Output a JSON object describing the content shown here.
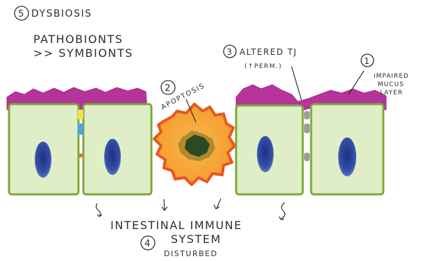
{
  "annotations": {
    "dysbiosis": {
      "number": "5",
      "title": "DYSBIOSIS",
      "line1": "PATHOBIONTS",
      "line2": ">> SYMBIONTS"
    },
    "apoptosis": {
      "number": "2",
      "label": "APOPTOSIS"
    },
    "altered_tj": {
      "number": "3",
      "line1": "ALTERED TJ",
      "line2": "(↑PERM.)"
    },
    "mucus": {
      "number": "1",
      "line1": "IMPAIRED",
      "line2": "MUCUS",
      "line3": "LAYER"
    },
    "immune": {
      "number": "4",
      "line1": "INTESTINAL IMMUNE",
      "line2": "SYSTEM",
      "line3": "DISTURBED"
    }
  },
  "colors": {
    "mucus": "#b5339a",
    "cell_fill": "#dfeec6",
    "cell_border": "#7ea83a",
    "nucleus": "#2b3f91",
    "apoptotic_fill": "#f5a534",
    "apoptotic_border": "#e8561f",
    "apoptotic_core": "#2c4a22",
    "junction": "#9b9b9b"
  }
}
